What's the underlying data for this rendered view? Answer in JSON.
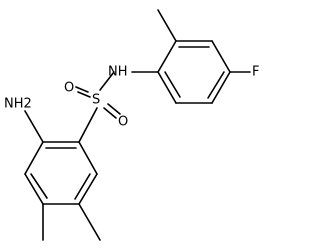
{
  "molecule": {
    "atoms": {
      "nh2": "NH2",
      "s": "S",
      "o1": "O",
      "o2": "O",
      "nh": "NH",
      "f": "F"
    }
  }
}
